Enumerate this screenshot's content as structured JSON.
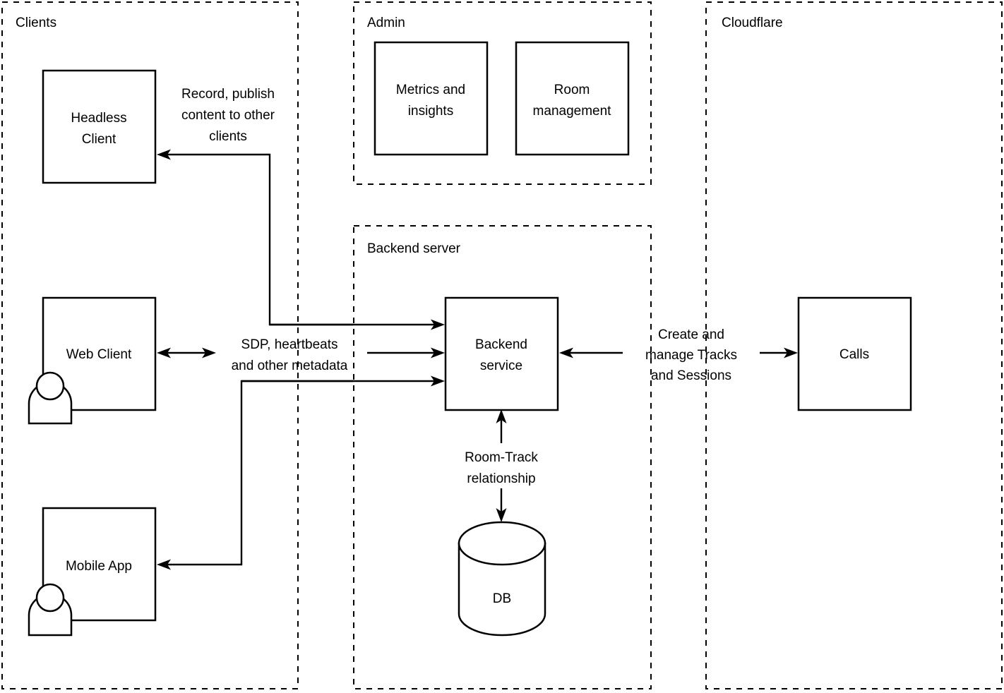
{
  "diagram": {
    "title": "Clients / Admin / Backend server / Cloudflare architecture",
    "containers": [
      {
        "id": "clients",
        "label": "Clients"
      },
      {
        "id": "admin",
        "label": "Admin"
      },
      {
        "id": "cloudflare",
        "label": "Cloudflare"
      },
      {
        "id": "backend-server",
        "label": "Backend server"
      }
    ],
    "nodes": [
      {
        "id": "headless-client",
        "label_line1": "Headless",
        "label_line2": "Client",
        "shape": "rect"
      },
      {
        "id": "web-client",
        "label_line1": "Web Client",
        "label_line2": "",
        "shape": "rect-with-actor"
      },
      {
        "id": "mobile-app",
        "label_line1": "Mobile App",
        "label_line2": "",
        "shape": "rect-with-actor"
      },
      {
        "id": "metrics-insights",
        "label_line1": "Metrics and",
        "label_line2": "insights",
        "shape": "rect"
      },
      {
        "id": "room-management",
        "label_line1": "Room",
        "label_line2": "management",
        "shape": "rect"
      },
      {
        "id": "backend-service",
        "label_line1": "Backend",
        "label_line2": "service",
        "shape": "rect"
      },
      {
        "id": "calls",
        "label_line1": "Calls",
        "label_line2": "",
        "shape": "rect"
      },
      {
        "id": "db",
        "label_line1": "DB",
        "label_line2": "",
        "shape": "cylinder"
      }
    ],
    "edge_labels": [
      {
        "id": "record-publish",
        "line1": "Record, publish",
        "line2": "content to other",
        "line3": "clients"
      },
      {
        "id": "sdp-metadata",
        "line1": "SDP, heartbeats",
        "line2": "and other metadata",
        "line3": ""
      },
      {
        "id": "create-manage",
        "line1": "Create and",
        "line2": "manage Tracks",
        "line3": "and Sessions"
      },
      {
        "id": "room-track",
        "line1": "Room-Track",
        "line2": "relationship",
        "line3": ""
      }
    ],
    "colors": {
      "background": "#ffffff",
      "stroke": "#000000",
      "container_stroke": "#000000"
    }
  }
}
